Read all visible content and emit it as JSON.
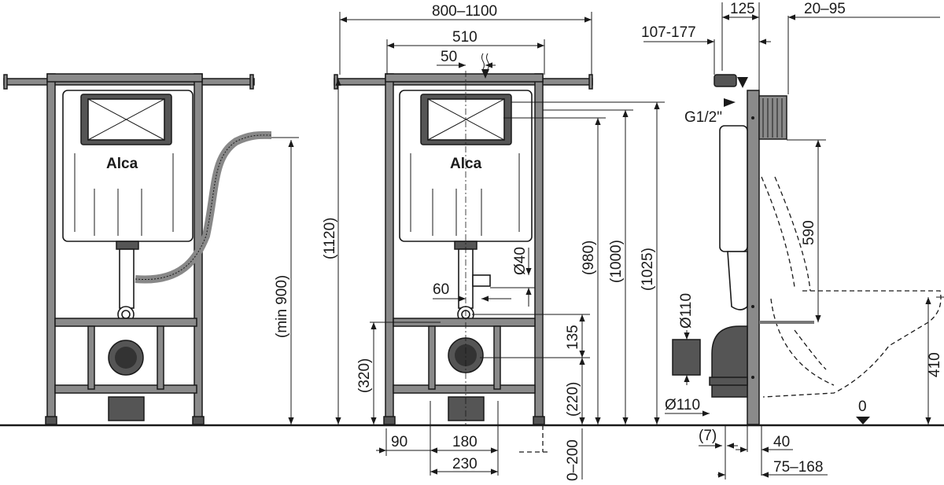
{
  "brand": "Alca",
  "left_view": {
    "dims": {
      "min_height": "(min 900)"
    }
  },
  "front_view": {
    "dims": {
      "width_range": "800–1100",
      "frame_width": "510",
      "flush_offset": "50",
      "total_height": "(1120)",
      "h980": "(980)",
      "h1000": "(1000)",
      "h1025": "(1025)",
      "pipe_diameter": "Ø40",
      "pipe_offset": "60",
      "h135": "135",
      "h320": "(320)",
      "h220": "(220)",
      "w90": "90",
      "w180": "180",
      "w230": "230",
      "adjust": "0–200"
    }
  },
  "side_view": {
    "dims": {
      "depth": "125",
      "wall_gap": "20–95",
      "tank_depth": "107-177",
      "thread": "G1/2\"",
      "h590": "590",
      "drain_d1": "Ø110",
      "drain_d2": "Ø110",
      "h410": "410",
      "zero": "0",
      "d7": "(7)",
      "d40": "40",
      "d75": "75–168"
    }
  }
}
